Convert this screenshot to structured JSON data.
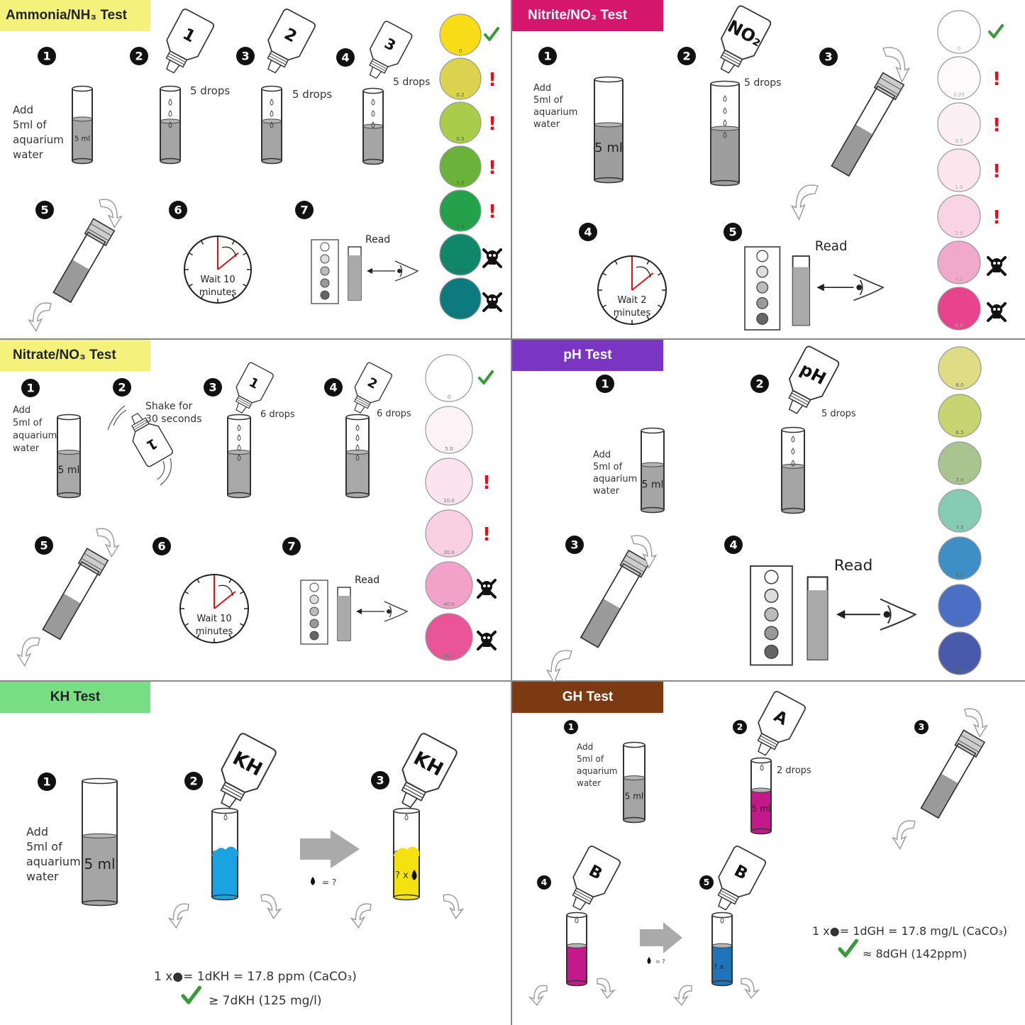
{
  "panels": {
    "ammonia": {
      "title": "Ammonia/NH₃ Test",
      "title_bg": "#f4f27a",
      "steps": [
        "1",
        "2",
        "3",
        "4",
        "5",
        "6",
        "7"
      ],
      "bottle_labels": [
        "1",
        "2",
        "3"
      ],
      "add_text": [
        "Add",
        "5ml of",
        "aquarium",
        "water"
      ],
      "volume": "5 ml",
      "drops": [
        "5 drops",
        "5 drops",
        "5 drops"
      ],
      "wait": [
        "Wait 10",
        "minutes"
      ],
      "read": "Read",
      "chart": [
        {
          "color": "#f7dc17",
          "value": "0",
          "mark": "check"
        },
        {
          "color": "#dbd24e",
          "value": "0.2",
          "mark": "warn"
        },
        {
          "color": "#a9cc4a",
          "value": "0.5",
          "mark": "warn"
        },
        {
          "color": "#6ab23a",
          "value": "1.0",
          "mark": "warn"
        },
        {
          "color": "#24a14a",
          "value": "2.0",
          "mark": "warn"
        },
        {
          "color": "#10866a",
          "value": "5.0",
          "mark": "skull"
        },
        {
          "color": "#0d7a80",
          "value": "10.0",
          "mark": "skull"
        }
      ]
    },
    "nitrite": {
      "title": "Nitrite/NO₂ Test",
      "title_bg": "#d4176c",
      "steps": [
        "1",
        "2",
        "3",
        "4",
        "5"
      ],
      "bottle_labels": [
        "NO₂"
      ],
      "add_text": [
        "Add",
        "5ml of",
        "aquarium",
        "water"
      ],
      "volume": "5 ml",
      "drops": [
        "5 drops"
      ],
      "wait": [
        "Wait 2",
        "minutes"
      ],
      "read": "Read",
      "chart": [
        {
          "color": "#ffffff",
          "value": "0",
          "mark": "check"
        },
        {
          "color": "#fefafb",
          "value": "0.25",
          "mark": "warn"
        },
        {
          "color": "#fcf0f4",
          "value": "0.5",
          "mark": "warn"
        },
        {
          "color": "#fbe6ee",
          "value": "1.0",
          "mark": "warn"
        },
        {
          "color": "#f8d4e4",
          "value": "2.0",
          "mark": "warn"
        },
        {
          "color": "#f0a8cb",
          "value": "4.0",
          "mark": "skull"
        },
        {
          "color": "#e8438d",
          "value": "8.0",
          "mark": "skull"
        }
      ]
    },
    "nitrate": {
      "title": "Nitrate/NO₃ Test",
      "title_bg": "#f4f27a",
      "steps": [
        "1",
        "2",
        "3",
        "4",
        "5",
        "6",
        "7"
      ],
      "bottle_labels": [
        "1",
        "1",
        "2"
      ],
      "add_text": [
        "Add",
        "5ml of",
        "aquarium",
        "water"
      ],
      "volume": "5 ml",
      "shake": [
        "Shake for",
        "30 seconds"
      ],
      "drops": [
        "6 drops",
        "6 drops"
      ],
      "wait": [
        "Wait 10",
        "minutes"
      ],
      "read": "Read",
      "chart": [
        {
          "color": "#ffffff",
          "value": "0",
          "mark": "check"
        },
        {
          "color": "#fcf3f6",
          "value": "5.0",
          "mark": "none"
        },
        {
          "color": "#fbe4ee",
          "value": "10.0",
          "mark": "warn"
        },
        {
          "color": "#f9cfe1",
          "value": "20.0",
          "mark": "warn"
        },
        {
          "color": "#f2a2c8",
          "value": "40.0",
          "mark": "skull"
        },
        {
          "color": "#ea5597",
          "value": "80.0",
          "mark": "skull"
        }
      ]
    },
    "ph": {
      "title": "pH Test",
      "title_bg": "#7a36c2",
      "steps": [
        "1",
        "2",
        "3",
        "4"
      ],
      "bottle_labels": [
        "pH"
      ],
      "add_text": [
        "Add",
        "5ml of",
        "aquarium",
        "water"
      ],
      "volume": "5 ml",
      "drops": [
        "5 drops"
      ],
      "read": "Read",
      "chart": [
        {
          "color": "#dedc85",
          "value": "6.0",
          "mark": "none"
        },
        {
          "color": "#c8d371",
          "value": "6.5",
          "mark": "none"
        },
        {
          "color": "#a9c48e",
          "value": "7.0",
          "mark": "none"
        },
        {
          "color": "#86cbb4",
          "value": "7.5",
          "mark": "none"
        },
        {
          "color": "#3d8fc5",
          "value": "8.0",
          "mark": "none"
        },
        {
          "color": "#4b6fc4",
          "value": "8.5",
          "mark": "none"
        },
        {
          "color": "#4a5aab",
          "value": "9.0",
          "mark": "none"
        }
      ]
    },
    "kh": {
      "title": "KH Test",
      "title_bg": "#79dd84",
      "steps": [
        "1",
        "2",
        "3"
      ],
      "bottle_labels": [
        "KH",
        "KH"
      ],
      "add_text": [
        "Add",
        "5ml of",
        "aquarium",
        "water"
      ],
      "volume": "5 ml",
      "drop_eq": "= ?",
      "count_label": "? x",
      "formula": "1 x●= 1dKH = 17.8 ppm (CaCO₃)",
      "recommend": "≥ 7dKH (125 mg/l)",
      "colors": {
        "blue": "#1aa3e0",
        "yellow": "#f4e10f"
      }
    },
    "gh": {
      "title": "GH Test",
      "title_bg": "#7b3a12",
      "steps": [
        "1",
        "2",
        "3",
        "4",
        "5"
      ],
      "bottle_labels": [
        "A",
        "B",
        "B"
      ],
      "add_text": [
        "Add",
        "5ml of",
        "aquarium",
        "water"
      ],
      "volume": "5 ml",
      "drops": [
        "2 drops"
      ],
      "drop_eq": "= ?",
      "count_label": "? x",
      "formula": "1 x●= 1dGH = 17.8 mg/L (CaCO₃)",
      "recommend": "≈ 8dGH (142ppm)",
      "colors": {
        "magenta": "#c4198a",
        "blue": "#1e74b8"
      }
    }
  }
}
